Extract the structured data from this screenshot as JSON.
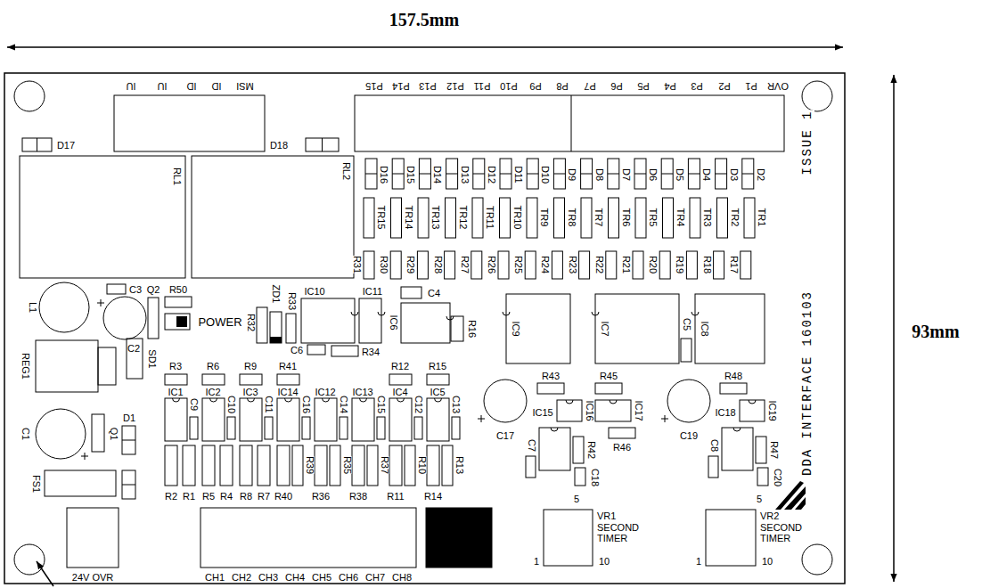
{
  "diagram": {
    "labels": [
      "157.5mm",
      "93mm",
      "IU",
      "IU",
      "ID",
      "ID",
      "MSI",
      "P15",
      "P14",
      "P13",
      "P12",
      "P11",
      "P10",
      "P9",
      "P8",
      "P7",
      "P6",
      "P5",
      "P4",
      "P3",
      "P2",
      "P1",
      "OVR",
      "D17",
      "D18",
      "RL1",
      "RL2",
      "D16",
      "D15",
      "D14",
      "D13",
      "D12",
      "D11",
      "D10",
      "D9",
      "D8",
      "D7",
      "D6",
      "D5",
      "D4",
      "D3",
      "D2",
      "TR15",
      "TR14",
      "TR13",
      "TR12",
      "TR11",
      "TR10",
      "TR9",
      "TR8",
      "TR7",
      "TR6",
      "TR5",
      "TR4",
      "TR3",
      "TR2",
      "TR1",
      "R31",
      "R30",
      "R29",
      "R28",
      "R27",
      "R26",
      "R25",
      "R24",
      "R23",
      "R22",
      "R21",
      "R20",
      "R19",
      "R18",
      "R17",
      "ISSUE 1",
      "DDA INTERFACE 160103",
      "C3",
      "Q2",
      "R50",
      "L1",
      "POWER",
      "C2",
      "REG1",
      "SD1",
      "R32",
      "ZD1",
      "R33",
      "IC10",
      "IC11",
      "C4",
      "IC6",
      "R16",
      "C6",
      "R34",
      "IC9",
      "IC7",
      "C5",
      "IC8",
      "R3",
      "R6",
      "R9",
      "R41",
      "R12",
      "R15",
      "IC1",
      "IC2",
      "IC3",
      "IC14",
      "IC12",
      "IC13",
      "IC4",
      "IC5",
      "C9",
      "C10",
      "C11",
      "C16",
      "C14",
      "C15",
      "C12",
      "C13",
      "R2",
      "R1",
      "R5",
      "R4",
      "R8",
      "R7",
      "R40",
      "R36",
      "R38",
      "R11",
      "R14",
      "R39",
      "R35",
      "R37",
      "R10",
      "R13",
      "C1",
      "Q1",
      "D1",
      "FS1",
      "24V OVR",
      "CH1",
      "CH2",
      "CH3",
      "CH4",
      "CH5",
      "CH6",
      "CH7",
      "CH8",
      "C17",
      "R43",
      "IC16",
      "R45",
      "IC17",
      "IC15",
      "R46",
      "R42",
      "C7",
      "C18",
      "5",
      "1",
      "10",
      "VR1 SECOND TIMER",
      "C19",
      "R48",
      "IC19",
      "IC18",
      "R47",
      "C8",
      "C20",
      "5",
      "1",
      "10",
      "VR2 SECOND TIMER"
    ]
  }
}
